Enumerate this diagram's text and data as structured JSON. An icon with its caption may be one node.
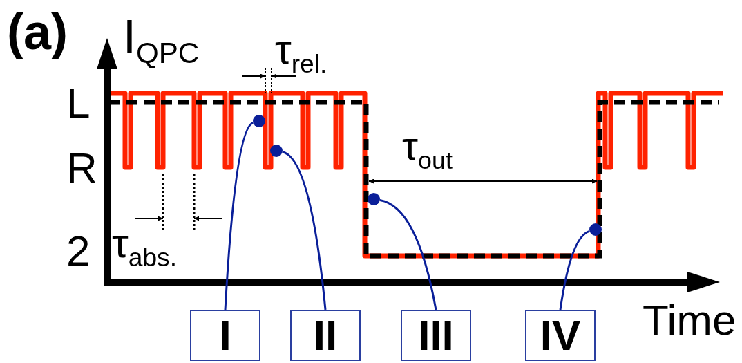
{
  "diagram": {
    "nodes": [
      {
        "text": [],
        "shape": "circle"
      },
      {
        "text": [],
        "shape": "circle"
      },
      {
        "text": [],
        "shape": "circle"
      },
      {
        "text": [],
        "shape": "circle"
      },
      {
        "text": [
          "I"
        ]
      },
      {
        "text": [
          "II"
        ]
      },
      {
        "text": [
          "III"
        ]
      },
      {
        "text": [
          "IV"
        ]
      }
    ],
    "edges": [
      {
        "from": 4,
        "to": 0,
        "arrow": "none"
      },
      {
        "from": 5,
        "to": 1,
        "arrow": "none"
      },
      {
        "from": 6,
        "to": 2,
        "arrow": "none"
      },
      {
        "from": 7,
        "to": 3,
        "arrow": "none"
      }
    ],
    "labels": [
      "(a)",
      "I$_{QPC}$",
      "τ$_{rel.}$",
      "L",
      "R",
      "τ$_{out}$",
      "τ$_{abs.}$",
      "2",
      "Time"
    ]
  }
}
